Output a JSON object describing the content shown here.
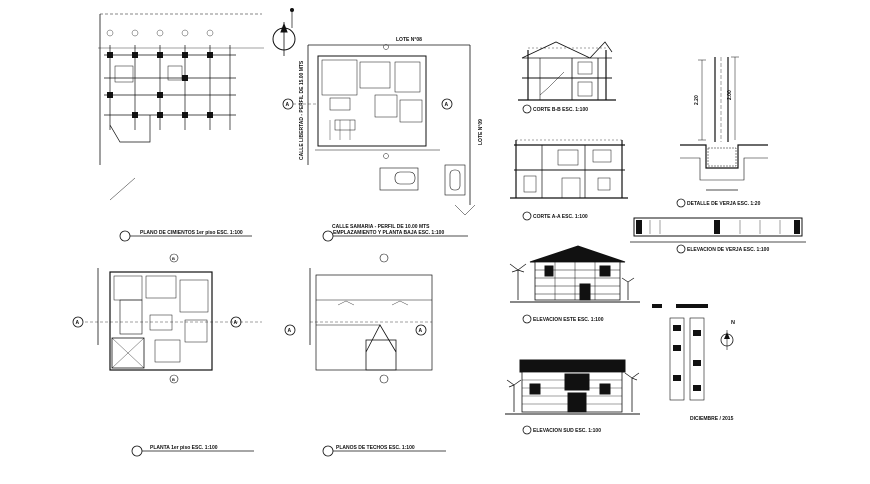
{
  "captions": {
    "plano_cimientos": "PLANO DE CIMIENTOS  1er piso   ESC. 1:100",
    "emplazamiento": "EMPLAZAMIENTO Y PLANTA BAJA   ESC. 1:100",
    "planta_1er_piso": "PLANTA 1er piso   ESC. 1:100",
    "planos_techos": "PLANOS DE TECHOS   ESC. 1:100",
    "corte_bb": "CORTE B-B   ESC. 1:100",
    "corte_aa": "CORTE A-A   ESC. 1:100",
    "elevacion_este": "ELEVACION ESTE   ESC. 1:100",
    "elevacion_sud": "ELEVACION SUD   ESC. 1:100",
    "detalle_verja": "DETALLE DE VERJA   ESC. 1:20",
    "elevacion_verja": "ELEVACION DE VERJA   ESC. 1:100"
  },
  "site_labels": {
    "lote_top": "LOTE N°08",
    "lote_right": "LOTE N°09",
    "calle_libertad": "CALLE LIBERTAD - PERFIL DE 15.00 MTS",
    "calle_samaria": "CALLE SAMARIA - PERFIL DE 10.00 MTS"
  },
  "axis_markers": {
    "a": "A",
    "b": "B",
    "north": "N"
  },
  "date": "DICIEMBRE / 2015",
  "dimensions": {
    "wall_height": "2.20",
    "pillar_height": "2.00"
  }
}
